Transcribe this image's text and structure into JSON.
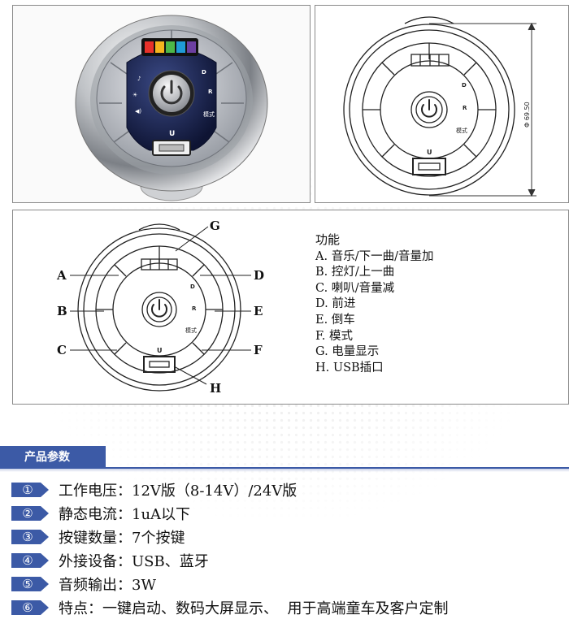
{
  "diagram": {
    "dimension_label": "Φ 69.50",
    "button_usb_label": "U",
    "button_mode_label": "模式",
    "button_d_label": "D",
    "button_r_label": "R",
    "callout_labels": [
      "A",
      "B",
      "C",
      "D",
      "E",
      "F",
      "G",
      "H"
    ]
  },
  "functions": {
    "title": "功能",
    "items": [
      "A. 音乐/下一曲/音量加",
      "B. 控灯/上一曲",
      "C. 喇叭/音量减",
      "D. 前进",
      "E. 倒车",
      "F. 模式",
      "G. 电量显示",
      "H. USB插口"
    ]
  },
  "specs": {
    "title": "产品参数",
    "items": [
      {
        "badge": "①",
        "text": "工作电压：12V版（8-14V）/24V版"
      },
      {
        "badge": "②",
        "text": "静态电流：1uA以下"
      },
      {
        "badge": "③",
        "text": "按键数量：7个按键"
      },
      {
        "badge": "④",
        "text": "外接设备：USB、蓝牙"
      },
      {
        "badge": "⑤",
        "text": "音频输出：3W"
      },
      {
        "badge": "⑥",
        "text": "特点：一键启动、数码大屏显示、  用于高端童车及客户定制"
      }
    ]
  },
  "colors": {
    "accent_blue": "#3c5aa6",
    "battery_segments": [
      "#e8312a",
      "#f5b51e",
      "#4db848",
      "#1f9bd7",
      "#6c3fa0"
    ]
  }
}
